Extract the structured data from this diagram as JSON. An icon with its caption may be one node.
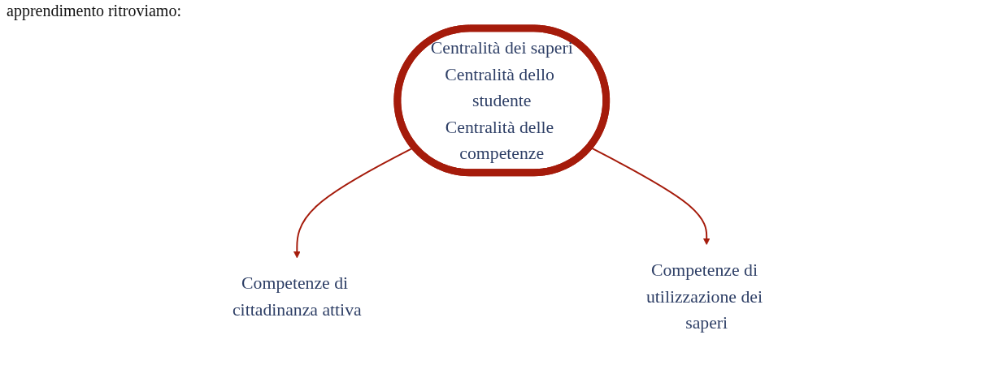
{
  "diagram": {
    "nodes": [
      {
        "text": [
          "Centralità dei saperi",
          "Centralità dello studente",
          "Centralità delle competenze"
        ]
      },
      {
        "text": [
          "Competenze di cittadinanza attiva"
        ]
      },
      {
        "text": [
          "Competenze di utilizzazione dei saperi"
        ]
      }
    ],
    "edges": [
      {
        "from": 0,
        "to": 1,
        "arrow": "to"
      },
      {
        "from": 0,
        "to": 2,
        "arrow": "to"
      }
    ],
    "labels": [
      "apprendimento ritroviamo:"
    ]
  }
}
